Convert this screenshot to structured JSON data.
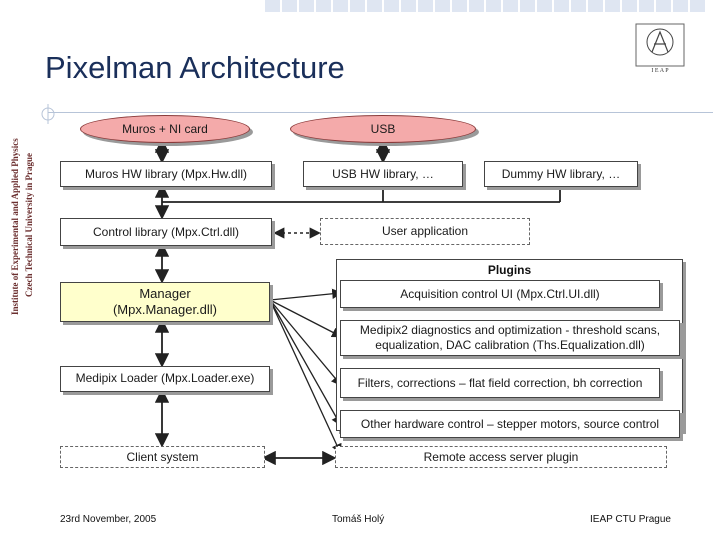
{
  "slide": {
    "title": "Pixelman Architecture",
    "institute_line1": "Institute of Experimental and Applied Physics",
    "institute_line2": "Czech Technical University in Prague",
    "logo_letters": "I  E  A  P"
  },
  "diagram": {
    "muros_ni": "Muros + NI card",
    "usb": "USB",
    "muros_hw_lib": "Muros HW library (Mpx.Hw.dll)",
    "usb_hw_lib": "USB HW library, …",
    "dummy_hw_lib": "Dummy HW library, …",
    "control_lib": "Control library (Mpx.Ctrl.dll)",
    "user_app": "User application",
    "manager_line1": "Manager",
    "manager_line2": "(Mpx.Manager.dll)",
    "loader": "Medipix Loader (Mpx.Loader.exe)",
    "client": "Client system",
    "plugins_title": "Plugins",
    "plugin_acq": "Acquisition control UI (Mpx.Ctrl.UI.dll)",
    "plugin_diag": "Medipix2 diagnostics and optimization - threshold scans, equalization, DAC calibration (Ths.Equalization.dll)",
    "plugin_filters": "Filters, corrections – flat field correction, bh correction",
    "plugin_other": "Other hardware control – stepper motors, source control",
    "remote": "Remote access server plugin"
  },
  "footer": {
    "date": "23rd November, 2005",
    "author": "Tomáš Holý",
    "org": "IEAP CTU Prague"
  },
  "colors": {
    "oval_fill": "#f4aaaa",
    "manager_fill": "#ffffcc",
    "title_color": "#1a2f5a"
  }
}
